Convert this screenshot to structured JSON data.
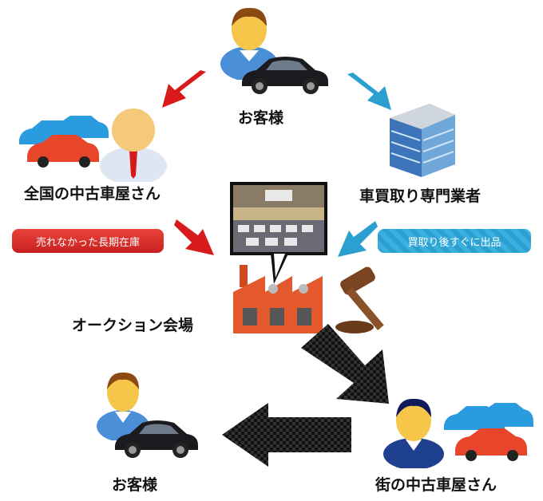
{
  "nodes": {
    "customer_top": "お客様",
    "dealers_nationwide": "全国の中古車屋さん",
    "buyback_dealer": "車買取り専門業者",
    "auction_hall": "オークション会場",
    "customer_bottom": "お客様",
    "local_dealer": "街の中古車屋さん"
  },
  "badges": {
    "unsold_stock": "売れなかった長期在庫",
    "listed_after_buy": "買取り後すぐに出品"
  },
  "colors": {
    "red_arrow": "#d91a1a",
    "blue_arrow": "#2a9fd0",
    "checker_arrow": "#1a1a1a"
  }
}
